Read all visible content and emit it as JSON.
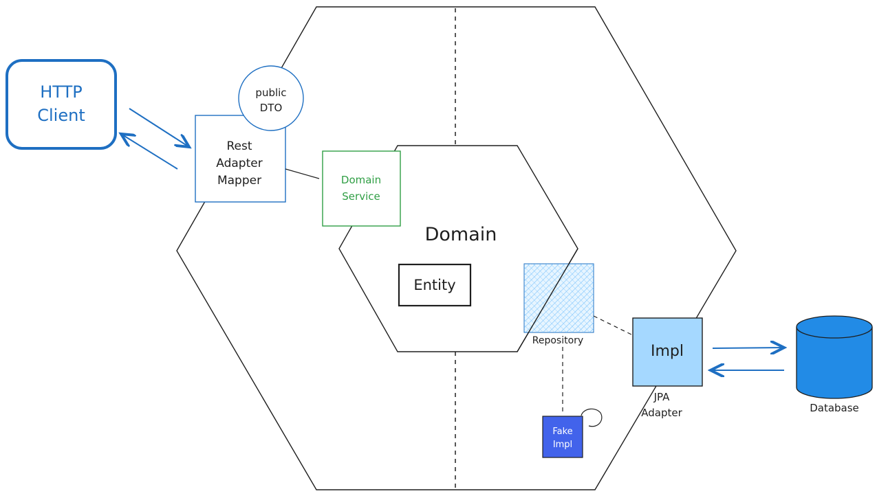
{
  "diagram": {
    "client": {
      "line1": "HTTP",
      "line2": "Client"
    },
    "dto": {
      "line1": "public",
      "line2": "DTO"
    },
    "rest_adapter": {
      "line1": "Rest",
      "line2": "Adapter",
      "line3": "Mapper"
    },
    "domain_service": {
      "line1": "Domain",
      "line2": "Service"
    },
    "domain": {
      "title": "Domain"
    },
    "entity": {
      "label": "Entity"
    },
    "repository": {
      "label": "Repository"
    },
    "impl": {
      "label": "Impl"
    },
    "jpa_adapter": {
      "line1": "JPA",
      "line2": "Adapter"
    },
    "fake_impl": {
      "line1": "Fake",
      "line2": "Impl"
    },
    "database": {
      "label": "Database"
    }
  },
  "colors": {
    "client_blue": "#1e6fc2",
    "service_green": "#2f9e44",
    "impl_fill": "#a5d8ff",
    "fake_fill": "#4263eb",
    "database_fill": "#228be6",
    "repo_hatch": "#74c0fc"
  }
}
